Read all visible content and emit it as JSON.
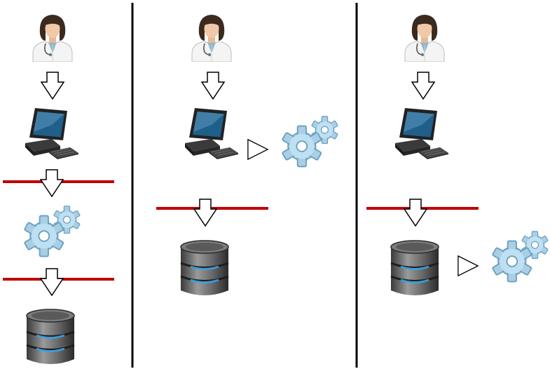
{
  "colors": {
    "background": "#ffffff",
    "divider": "#000000",
    "boundary": "#c00000",
    "arrow_fill": "#ffffff",
    "arrow_stroke": "#000000",
    "gear_light": "#bfe0f2",
    "gear_dark": "#6a9fc0",
    "db_dark": "#3a3a3a",
    "db_light": "#9a9a9a",
    "db_band": "#2f8fd0",
    "monitor_screen": "#1f5f8a",
    "pc_body": "#2b2b2b",
    "coat": "#ffffff",
    "hair": "#3b2a1e",
    "skin": "#f1c9a8"
  },
  "panels": [
    {
      "id": "left",
      "components": [
        "doctor-icon",
        "computer-icon",
        "gears-icon",
        "database-icon"
      ]
    },
    {
      "id": "middle",
      "components": [
        "doctor-icon",
        "computer-icon",
        "gears-icon",
        "database-icon"
      ]
    },
    {
      "id": "right",
      "components": [
        "doctor-icon",
        "computer-icon",
        "database-icon",
        "gears-icon"
      ]
    }
  ]
}
